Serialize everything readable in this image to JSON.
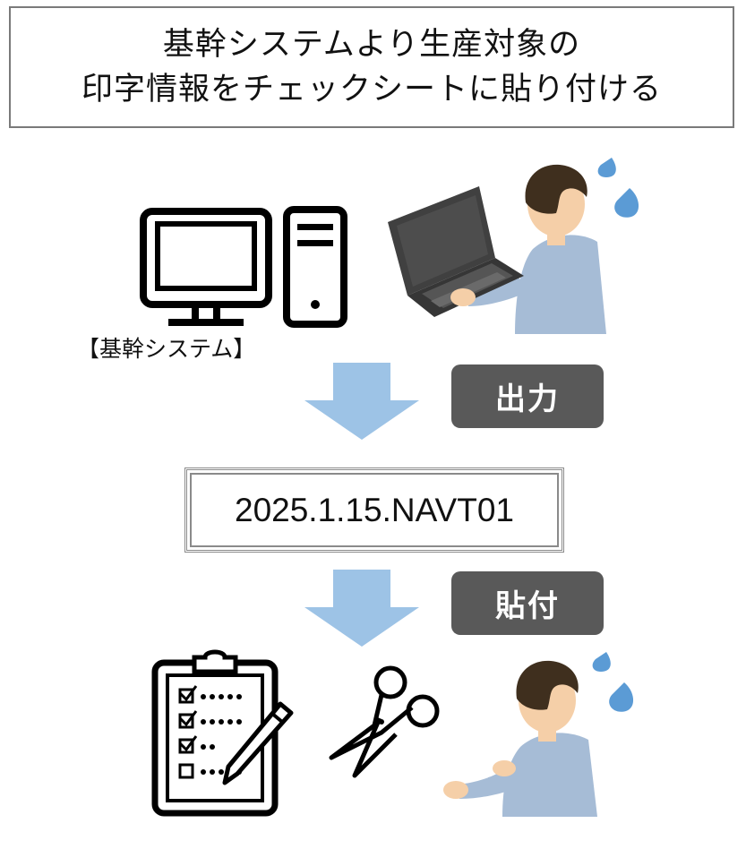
{
  "title": {
    "line1": "基幹システムより生産対象の",
    "line2": "印字情報をチェックシートに貼り付ける"
  },
  "system_label": "【基幹システム】",
  "steps": [
    {
      "badge": "出力"
    },
    {
      "badge": "貼付"
    }
  ],
  "printed_code": "2025.1.15.NAVT01",
  "colors": {
    "arrow": "#9dc3e6",
    "badge_bg": "#595959",
    "skin": "#f5cfa8",
    "hair": "#3f2f1e",
    "shirt": "#a6bcd6",
    "sweat": "#5b9bd5",
    "laptop": "#404040"
  },
  "icons": [
    "desktop-monitor-icon",
    "pc-tower-icon",
    "laptop-icon",
    "person-icon",
    "sweat-drop-icon",
    "checklist-clipboard-icon",
    "pen-icon",
    "scissors-icon"
  ]
}
